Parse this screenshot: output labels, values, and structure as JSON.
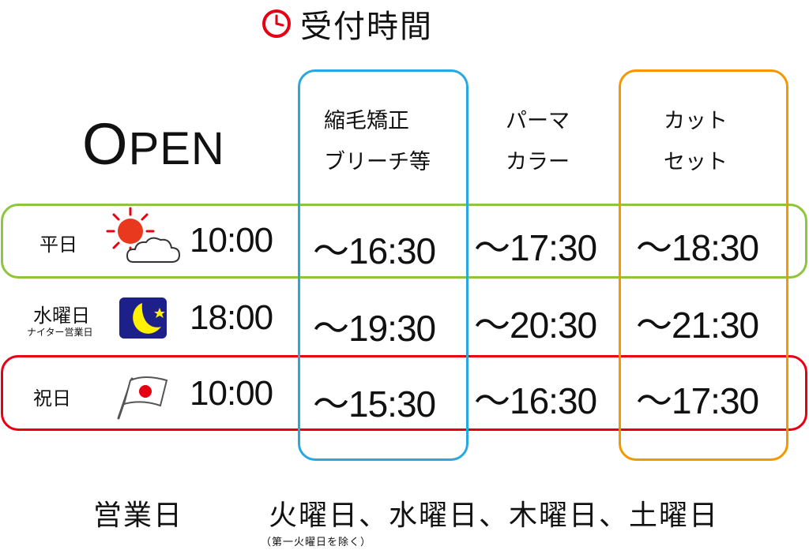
{
  "title": "受付時間",
  "open_first": "O",
  "open_rest": "PEN",
  "columns": [
    {
      "line1": "縮毛矯正",
      "line2": "ブリーチ等"
    },
    {
      "line1": "パーマ",
      "line2": "カラー"
    },
    {
      "line1": "カット",
      "line2": "セット"
    }
  ],
  "rows": [
    {
      "label": "平日",
      "sub": "",
      "icon": "sun-cloud-icon",
      "open": "10:00",
      "ends": [
        "〜16:30",
        "〜17:30",
        "〜18:30"
      ]
    },
    {
      "label": "水曜日",
      "sub": "ナイター営業日",
      "icon": "moon-star-icon",
      "open": "18:00",
      "ends": [
        "〜19:30",
        "〜20:30",
        "〜21:30"
      ]
    },
    {
      "label": "祝日",
      "sub": "",
      "icon": "japan-flag-icon",
      "open": "10:00",
      "ends": [
        "〜15:30",
        "〜16:30",
        "〜17:30"
      ]
    }
  ],
  "footer": {
    "label": "営業日",
    "days": "火曜日、水曜日、木曜日、土曜日",
    "note": "（第一火曜日を除く）"
  },
  "colors": {
    "green": "#8cc63f",
    "blue": "#29a8e0",
    "orange": "#f39800",
    "red": "#e60012"
  }
}
